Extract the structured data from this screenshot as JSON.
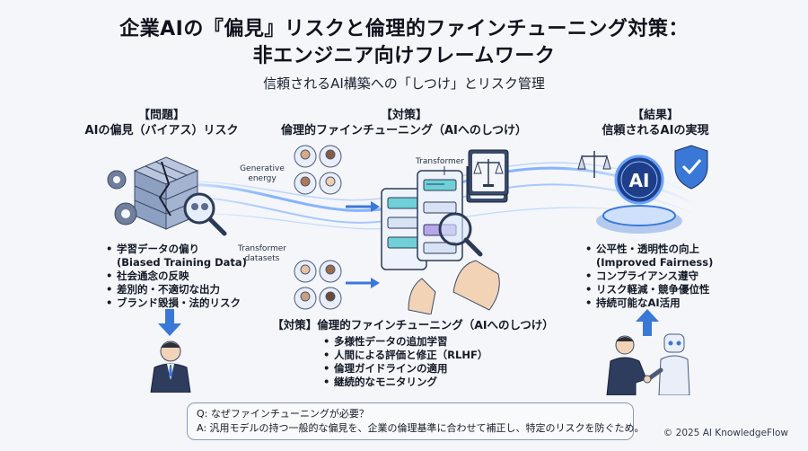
{
  "title": {
    "line1": "企業AIの『偏見』リスクと倫理的ファインチューニング対策：",
    "line2": "非エンジニア向けフレームワーク"
  },
  "subtitle": "信頼されるAI構築への「しつけ」とリスク管理",
  "left": {
    "heading1": "【問題】",
    "heading2": "AIの偏見（バイアス）リスク",
    "bullets": [
      "学習データの偏り",
      "(Biased Training Data)",
      "社会通念の反映",
      "差別的・不適切な出力",
      "ブランド毀損・法的リスク"
    ]
  },
  "center": {
    "heading1": "【対策】",
    "heading2": "倫理的ファインチューニング（AIへのしつけ）",
    "label_energy": "Generative energy",
    "label_transformer": "Transformer",
    "label_datasets": "Transformer datasets",
    "lower_heading": "【対策】倫理的ファインチューニング（AIへのしつけ）",
    "bullets": [
      "多様性データの追加学習",
      "人間による評価と修正（RLHF）",
      "倫理ガイドラインの適用",
      "継続的なモニタリング"
    ]
  },
  "right": {
    "heading1": "【結果】",
    "heading2": "信頼されるAIの実現",
    "ai_label": "AI",
    "bullets": [
      "公平性・透明性の向上",
      "(Improved Fairness)",
      "コンプライアンス遵守",
      "リスク軽減・競争優位性",
      "持続可能なAI活用"
    ]
  },
  "qa": {
    "q": "Q: なぜファインチューニングが必要？",
    "a": "A: 汎用モデルの持つ一般的な偏見を、企業の倫理基準に合わせて補正し、特定のリスクを防ぐため。"
  },
  "copyright": "© 2025 AI KnowledgeFlow"
}
